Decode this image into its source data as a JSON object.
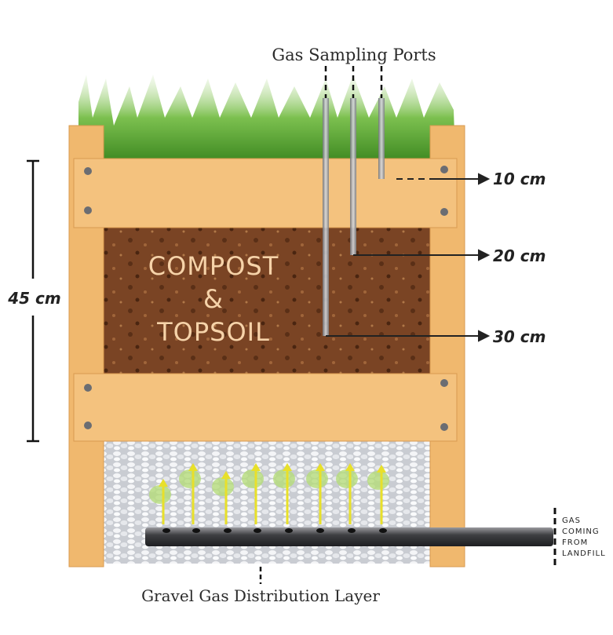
{
  "title": "Gas Sampling Ports",
  "soil_label": [
    "COMPOST",
    "&",
    "TOPSOIL"
  ],
  "depths": [
    "10 cm",
    "20 cm",
    "30 cm"
  ],
  "height_label": "45 cm",
  "gas_label": [
    "GAS",
    "COMING",
    "FROM",
    "LANDFILL"
  ],
  "bottom_label": "Gravel Gas Distribution Layer",
  "colors": {
    "wood": "#f0b86e",
    "soil": "#7a4424",
    "gravel": "#e3e6ea",
    "grass": "#5fae3a",
    "pipe": "#3e3f42"
  }
}
